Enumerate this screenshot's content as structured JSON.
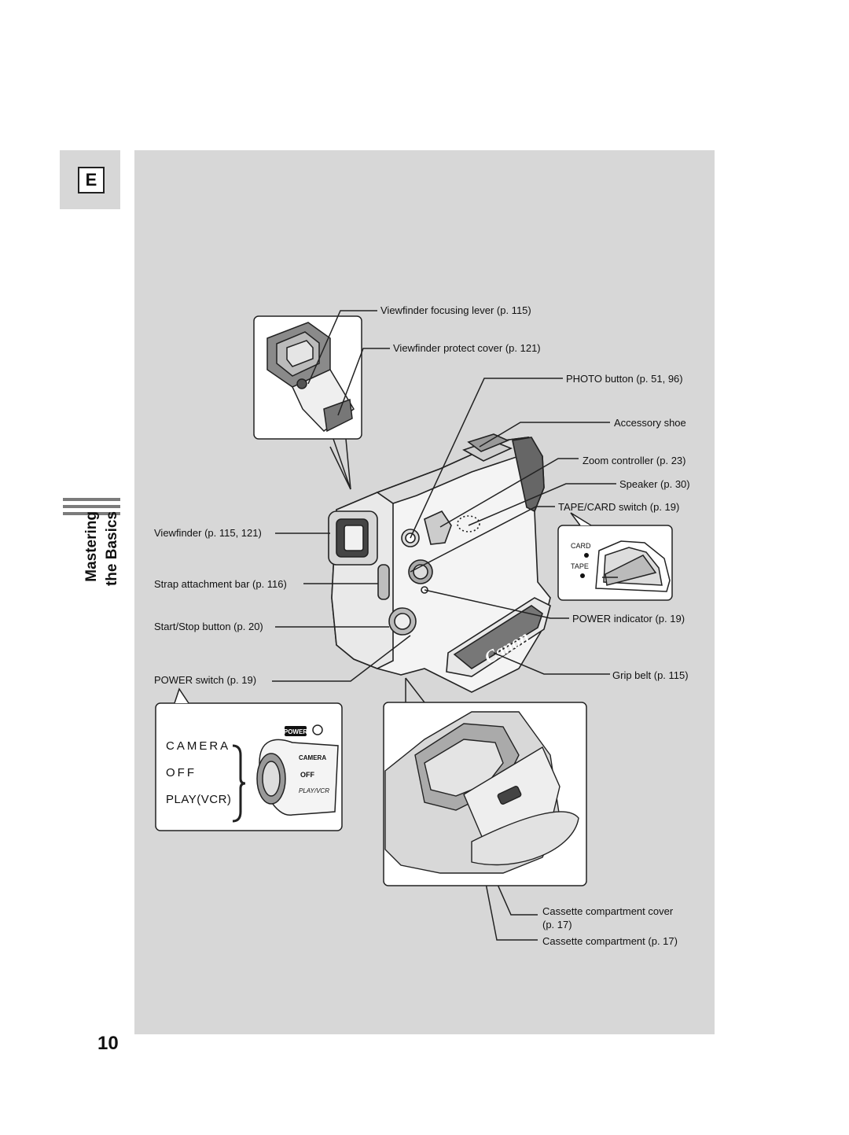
{
  "tab": {
    "letter": "E"
  },
  "section": {
    "line1": "Mastering",
    "line2": "the Basics"
  },
  "page_number": "10",
  "labels": {
    "viewfinder_focusing_lever": "Viewfinder focusing lever (p. 115)",
    "viewfinder_protect_cover": "Viewfinder protect cover (p. 121)",
    "photo_button": "PHOTO button (p. 51, 96)",
    "accessory_shoe": "Accessory shoe",
    "zoom_controller": "Zoom controller (p. 23)",
    "speaker": "Speaker (p. 30)",
    "tape_card_switch": "TAPE/CARD switch (p. 19)",
    "viewfinder": "Viewfinder (p. 115, 121)",
    "strap_attachment_bar": "Strap attachment bar (p. 116)",
    "start_stop_button": "Start/Stop button (p. 20)",
    "power_indicator": "POWER indicator (p. 19)",
    "power_switch": "POWER switch (p. 19)",
    "grip_belt": "Grip belt (p. 115)",
    "cassette_cover": "Cassette compartment cover",
    "cassette_cover_page": "(p. 17)",
    "cassette_compartment": "Cassette compartment (p. 17)"
  },
  "tape_card_callout": {
    "card": "CARD",
    "tape": "TAPE"
  },
  "power_callout": {
    "camera": "CAMERA",
    "off": "OFF",
    "play_vcr": "PLAY(VCR)",
    "badge": "POWER",
    "dial_camera": "CAMERA",
    "dial_off": "OFF",
    "dial_play": "PLAY/VCR"
  },
  "brand": "Canon"
}
